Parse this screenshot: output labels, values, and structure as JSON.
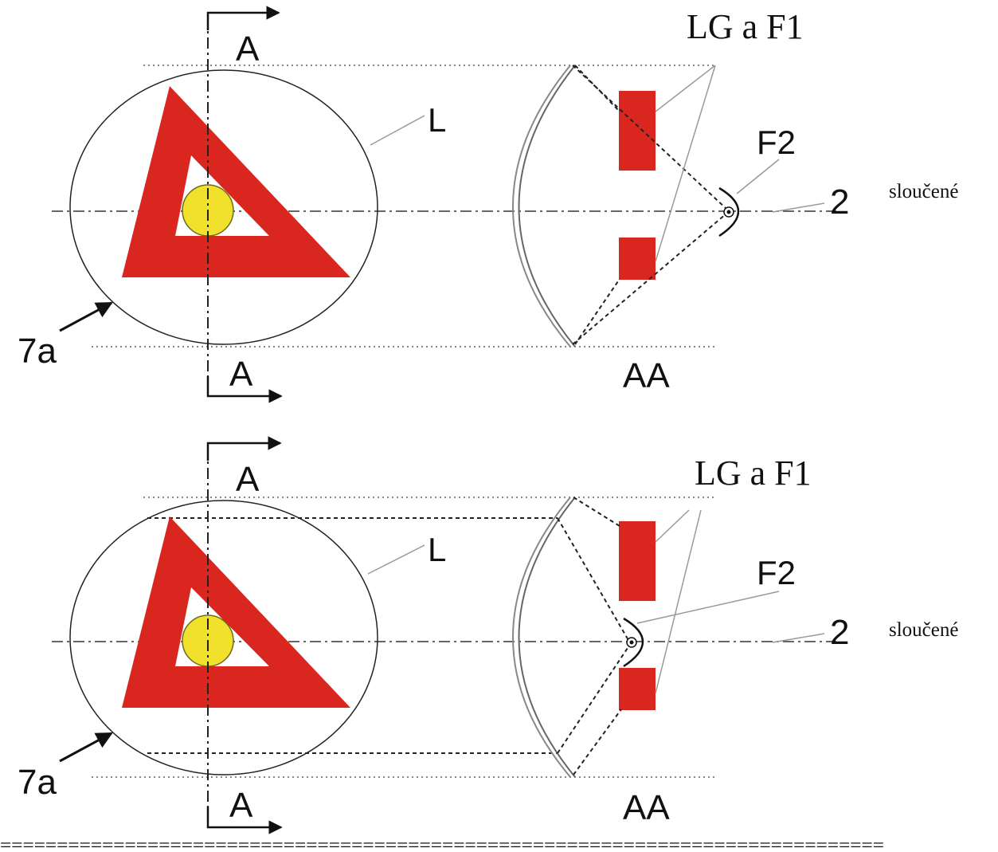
{
  "colors": {
    "shape_red": "#d9261f",
    "lens_yellow": "#f1e12c",
    "line_dark": "#222222",
    "line_gray": "#999999",
    "background": "#ffffff"
  },
  "panels": [
    {
      "section_label_top": "A",
      "section_label_bottom": "A",
      "label_L": "L",
      "label_7a": "7a",
      "label_AA": "AA",
      "label_LG_F1": "LG a F1",
      "label_F2": "F2",
      "label_2": "2",
      "label_merged": "sloučené"
    },
    {
      "section_label_top": "A",
      "section_label_bottom": "A",
      "label_L": "L",
      "label_7a": "7a",
      "label_AA": "AA",
      "label_LG_F1": "LG a F1",
      "label_F2": "F2",
      "label_2": "2",
      "label_merged": "sloučené"
    }
  ],
  "footer_rule": "=============================================================================="
}
